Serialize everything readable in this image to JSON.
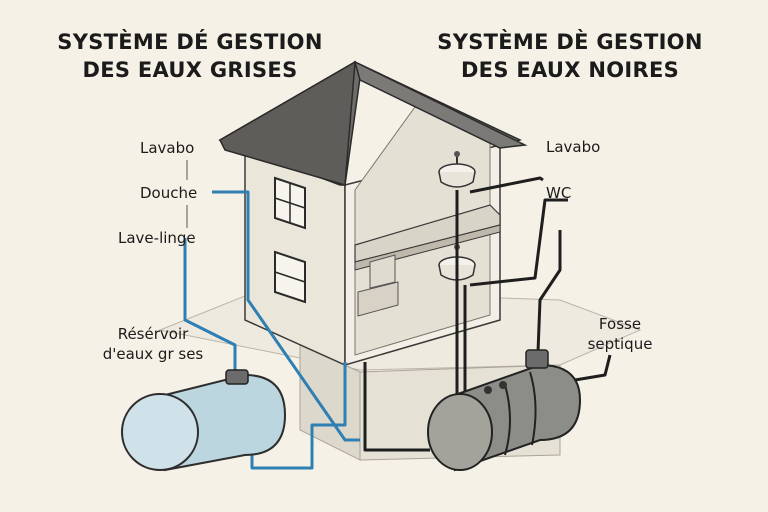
{
  "titles": {
    "grey_line1": "SYSTÈME DÉ GESTION",
    "grey_line2": "DES EAUX GRISES",
    "black_line1": "SYSTÈME DÈ GESTION",
    "black_line2": "DES EAUX NOIRES"
  },
  "grey_labels": {
    "lavabo": "Lavabo",
    "douche": "Douche",
    "lave_linge": "Lave-linge",
    "tank_line1": "Résérvoir",
    "tank_line2": "d'eaux gr ses"
  },
  "black_labels": {
    "lavabo": "Lavabo",
    "wc": "WC",
    "fosse_line1": "Fosse",
    "fosse_line2": "septique"
  },
  "colors": {
    "grey_pipe": "#2f7fb3",
    "black_pipe": "#1e1e1e",
    "grey_tank": "#bcd6df",
    "black_tank": "#8d8d87",
    "roof": "#6f6d69",
    "wall": "#ece7dc"
  }
}
